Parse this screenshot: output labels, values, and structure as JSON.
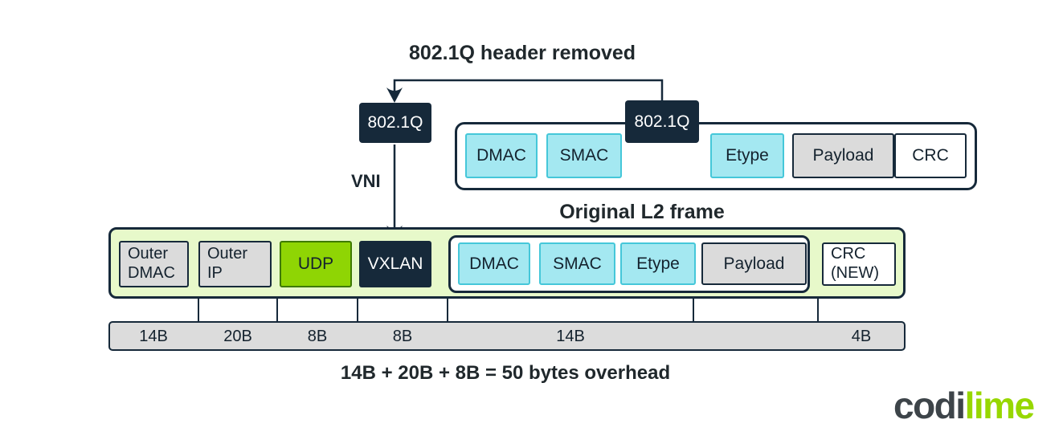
{
  "title": "802.1Q header removed",
  "labels": {
    "vni": "VNI",
    "original_l2_frame": "Original L2 frame",
    "overhead": "14B + 20B + 8B = 50 bytes overhead"
  },
  "tags": {
    "dot1q_left": "802.1Q",
    "dot1q_right": "802.1Q"
  },
  "original_frame": {
    "fields": [
      "DMAC",
      "SMAC",
      "Etype",
      "Payload",
      "CRC"
    ]
  },
  "vxlan_frame": {
    "outer_dmac_line1": "Outer",
    "outer_dmac_line2": "DMAC",
    "outer_ip_line1": "Outer",
    "outer_ip_line2": "IP",
    "udp": "UDP",
    "vxlan": "VXLAN",
    "inner_fields": [
      "DMAC",
      "SMAC",
      "Etype",
      "Payload"
    ],
    "crc_line1": "CRC",
    "crc_line2": "(NEW)"
  },
  "size_bar": {
    "labels": [
      "14B",
      "20B",
      "8B",
      "8B",
      "14B",
      "4B"
    ]
  },
  "logo": {
    "part1": "codi",
    "part2": "lime"
  },
  "colors": {
    "navy": "#16293a",
    "cyan_fill": "#a4e8f1",
    "cyan_border": "#45c7d9",
    "gray_fill": "#dbdbdb",
    "lime_fill": "#8fd504",
    "lime_border": "#3e7a00",
    "frame_green": "#e7f9ca",
    "bar_gray": "#dcdcdc",
    "logo_dark": "#3d4449",
    "logo_lime": "#97d700"
  }
}
